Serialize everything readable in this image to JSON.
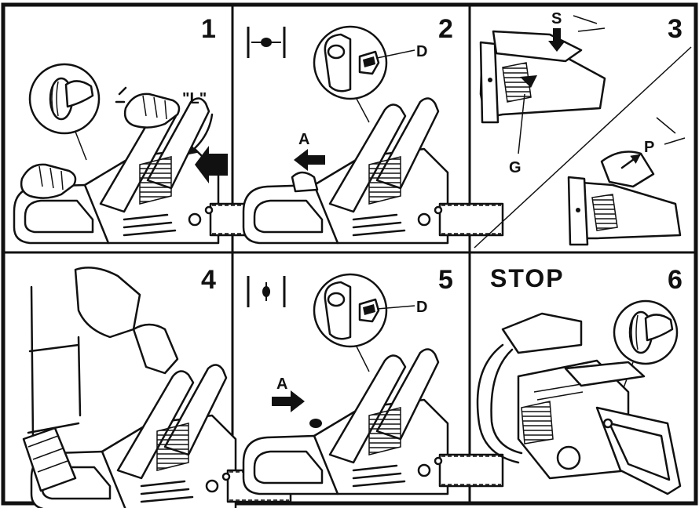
{
  "panels": [
    {
      "number": "1",
      "labels": {
        "l": "\"L\""
      }
    },
    {
      "number": "2",
      "labels": {
        "a": "A",
        "d": "D"
      }
    },
    {
      "number": "3",
      "labels": {
        "s": "S",
        "g": "G",
        "p": "P"
      }
    },
    {
      "number": "4",
      "labels": {}
    },
    {
      "number": "5",
      "labels": {
        "a": "A",
        "d": "D"
      }
    },
    {
      "number": "6",
      "stop_text": "STOP",
      "labels": {}
    }
  ],
  "colors": {
    "line": "#111111",
    "background": "#ffffff"
  },
  "icons": {
    "choke_closed": "choke-closed-symbol-icon",
    "choke_open": "choke-open-symbol-icon",
    "ignition_switch": "ignition-switch-icon",
    "chainsaw": "chainsaw-icon",
    "gloved_hand": "gloved-hand-icon",
    "arrow": "arrow-icon"
  }
}
